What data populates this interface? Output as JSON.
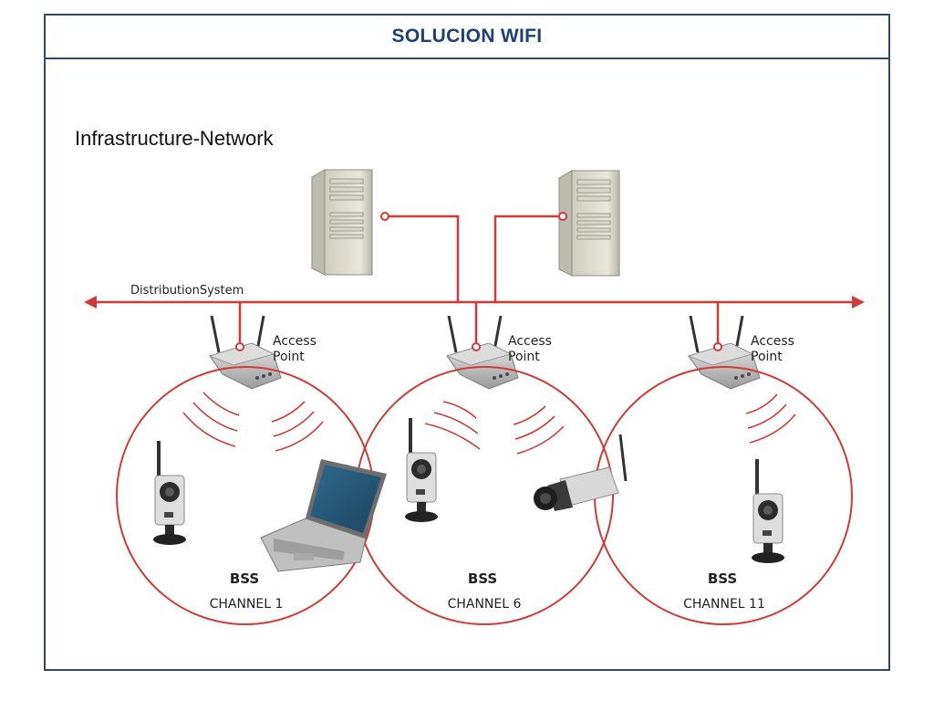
{
  "header": {
    "title": "SOLUCION WIFI"
  },
  "diagram": {
    "subtitle": "Infrastructure-Network",
    "distribution_label": "DistributionSystem",
    "access_points": [
      {
        "line1": "Access",
        "line2": "Point"
      },
      {
        "line1": "Access",
        "line2": "Point"
      },
      {
        "line1": "Access",
        "line2": "Point"
      }
    ],
    "cells": [
      {
        "label": "BSS",
        "channel": "CHANNEL 1"
      },
      {
        "label": "BSS",
        "channel": "CHANNEL 6"
      },
      {
        "label": "BSS",
        "channel": "CHANNEL 11"
      }
    ]
  },
  "colors": {
    "accent": "#d23a3a",
    "frame": "#2f4a66",
    "title": "#1f3e7a"
  }
}
